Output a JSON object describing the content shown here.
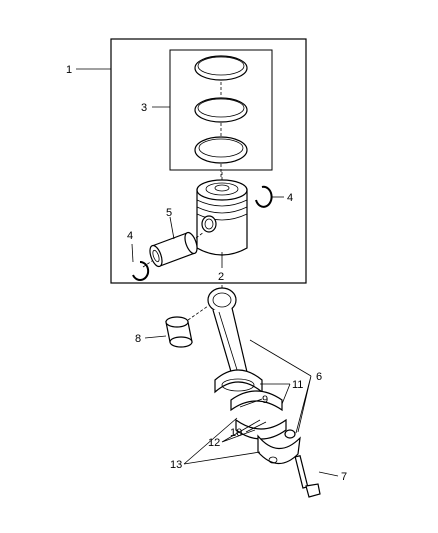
{
  "callouts": [
    {
      "id": "1",
      "text": "1"
    },
    {
      "id": "2",
      "text": "2"
    },
    {
      "id": "3",
      "text": "3"
    },
    {
      "id": "4a",
      "text": "4"
    },
    {
      "id": "4b",
      "text": "4"
    },
    {
      "id": "5",
      "text": "5"
    },
    {
      "id": "6",
      "text": "6"
    },
    {
      "id": "7",
      "text": "7"
    },
    {
      "id": "8",
      "text": "8"
    },
    {
      "id": "9",
      "text": "9"
    },
    {
      "id": "10",
      "text": "10"
    },
    {
      "id": "11",
      "text": "11"
    },
    {
      "id": "12",
      "text": "12"
    },
    {
      "id": "13",
      "text": "13"
    }
  ]
}
